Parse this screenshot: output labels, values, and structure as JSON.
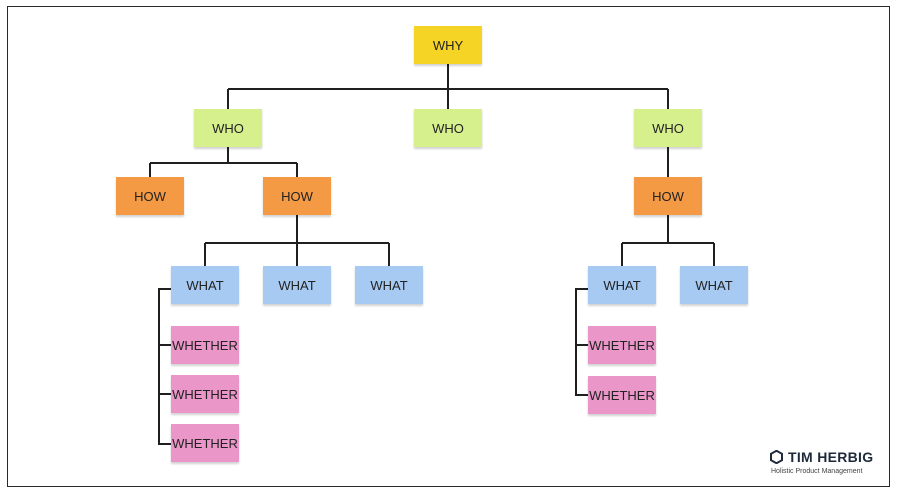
{
  "nodes": {
    "why": "WHY",
    "who_left": "WHO",
    "who_center": "WHO",
    "who_right": "WHO",
    "how_left_1": "HOW",
    "how_left_2": "HOW",
    "how_right": "HOW",
    "what_left_1": "WHAT",
    "what_left_2": "WHAT",
    "what_left_3": "WHAT",
    "what_right_1": "WHAT",
    "what_right_2": "WHAT",
    "whether_left_1": "WHETHER",
    "whether_left_2": "WHETHER",
    "whether_left_3": "WHETHER",
    "whether_right_1": "WHETHER",
    "whether_right_2": "WHETHER"
  },
  "brand": {
    "name": "TIM HERBIG",
    "tagline": "Holistic Product Management",
    "icon": "hexagon-logo-icon"
  },
  "colors": {
    "why": "#f5d425",
    "who": "#d6f08e",
    "how": "#f49a44",
    "what": "#a7caf3",
    "whether": "#ea96c8",
    "connector": "#1f1f1f"
  }
}
